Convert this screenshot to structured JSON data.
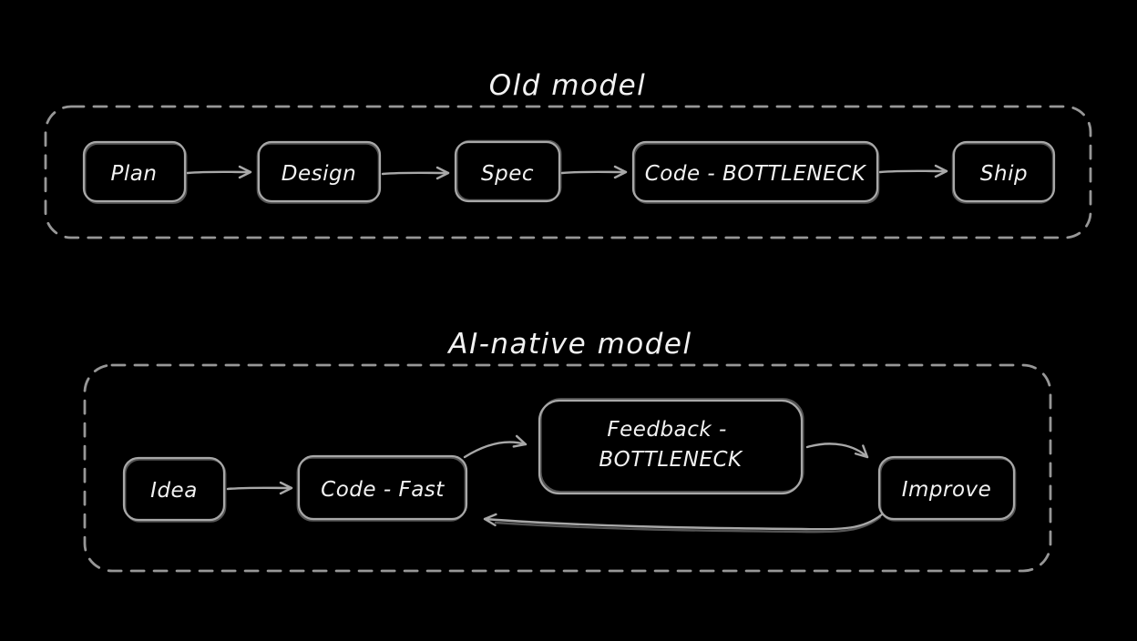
{
  "colors": {
    "background": "#000000",
    "stroke": "#a8a8a8",
    "container_stroke": "#979797",
    "text": "#f2f2f2"
  },
  "old_model": {
    "title": "Old model",
    "nodes": {
      "plan": "Plan",
      "design": "Design",
      "spec": "Spec",
      "code": "Code - BOTTLENECK",
      "ship": "Ship"
    },
    "edges": [
      {
        "from": "Plan",
        "to": "Design"
      },
      {
        "from": "Design",
        "to": "Spec"
      },
      {
        "from": "Spec",
        "to": "Code - BOTTLENECK"
      },
      {
        "from": "Code - BOTTLENECK",
        "to": "Ship"
      }
    ]
  },
  "ai_native_model": {
    "title": "AI-native model",
    "nodes": {
      "idea": "Idea",
      "code": "Code - Fast",
      "feedback": {
        "line1": "Feedback -",
        "line2": "BOTTLENECK"
      },
      "improve": "Improve"
    },
    "edges": [
      {
        "from": "Idea",
        "to": "Code - Fast"
      },
      {
        "from": "Code - Fast",
        "to": "Feedback - BOTTLENECK"
      },
      {
        "from": "Feedback - BOTTLENECK",
        "to": "Improve"
      },
      {
        "from": "Improve",
        "to": "Code - Fast"
      }
    ]
  }
}
